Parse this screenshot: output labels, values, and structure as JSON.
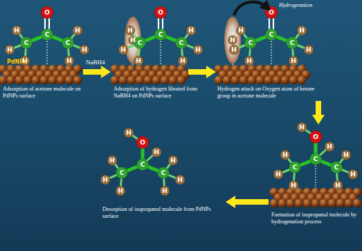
{
  "diagram": {
    "labels": [
      "PdNPs",
      "O",
      "C",
      "C",
      "C",
      "H",
      "H",
      "H",
      "H",
      "H",
      "H",
      "Adsorption of acetone molecule on PdNPs surface",
      "NaBH4",
      "H",
      "O",
      "C",
      "C",
      "C",
      "H",
      "H",
      "H",
      "H",
      "H",
      "H",
      "Adsorption of hydrogen librated from NaBH4 on PdNPs surface",
      "H",
      "O",
      "C",
      "C",
      "C",
      "H",
      "H",
      "H",
      "H",
      "H",
      "H",
      "Hydrogenation",
      "Hydrogen attack on Oxygen atom of ketone group in acetone molecule",
      "O",
      "H",
      "C",
      "C",
      "C",
      "H",
      "H",
      "H",
      "H",
      "H",
      "H",
      "H",
      "Formation of isopropanol molecule by hydrogenation process",
      "O",
      "H",
      "C",
      "C",
      "C",
      "H",
      "H",
      "H",
      "H",
      "H",
      "H",
      "H",
      "Desorption of isopropanol molecule from PdNPs surface"
    ]
  }
}
